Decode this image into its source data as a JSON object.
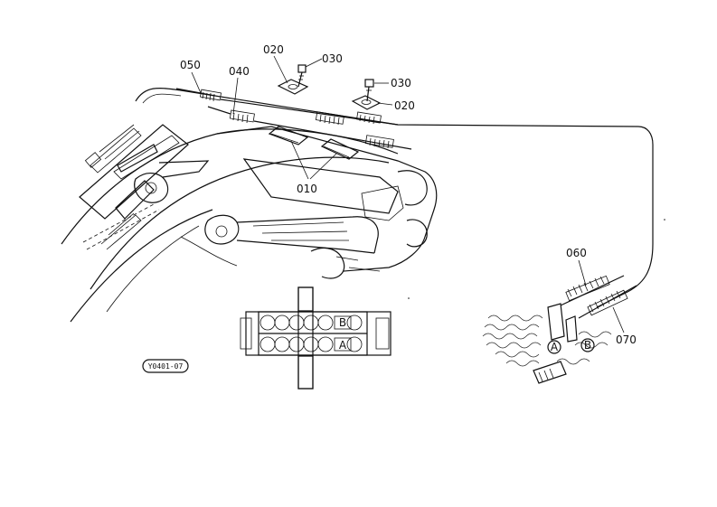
{
  "part_labels": {
    "p010": "010",
    "p020_left": "020",
    "p020_right": "020",
    "p030_left": "030",
    "p030_right": "030",
    "p040": "040",
    "p050": "050",
    "p060": "060",
    "p070": "070"
  },
  "port_labels": {
    "valve_A": "A",
    "valve_B": "B",
    "circle_A": "A",
    "circle_B": "B"
  },
  "figure_code": "Y0401-07"
}
